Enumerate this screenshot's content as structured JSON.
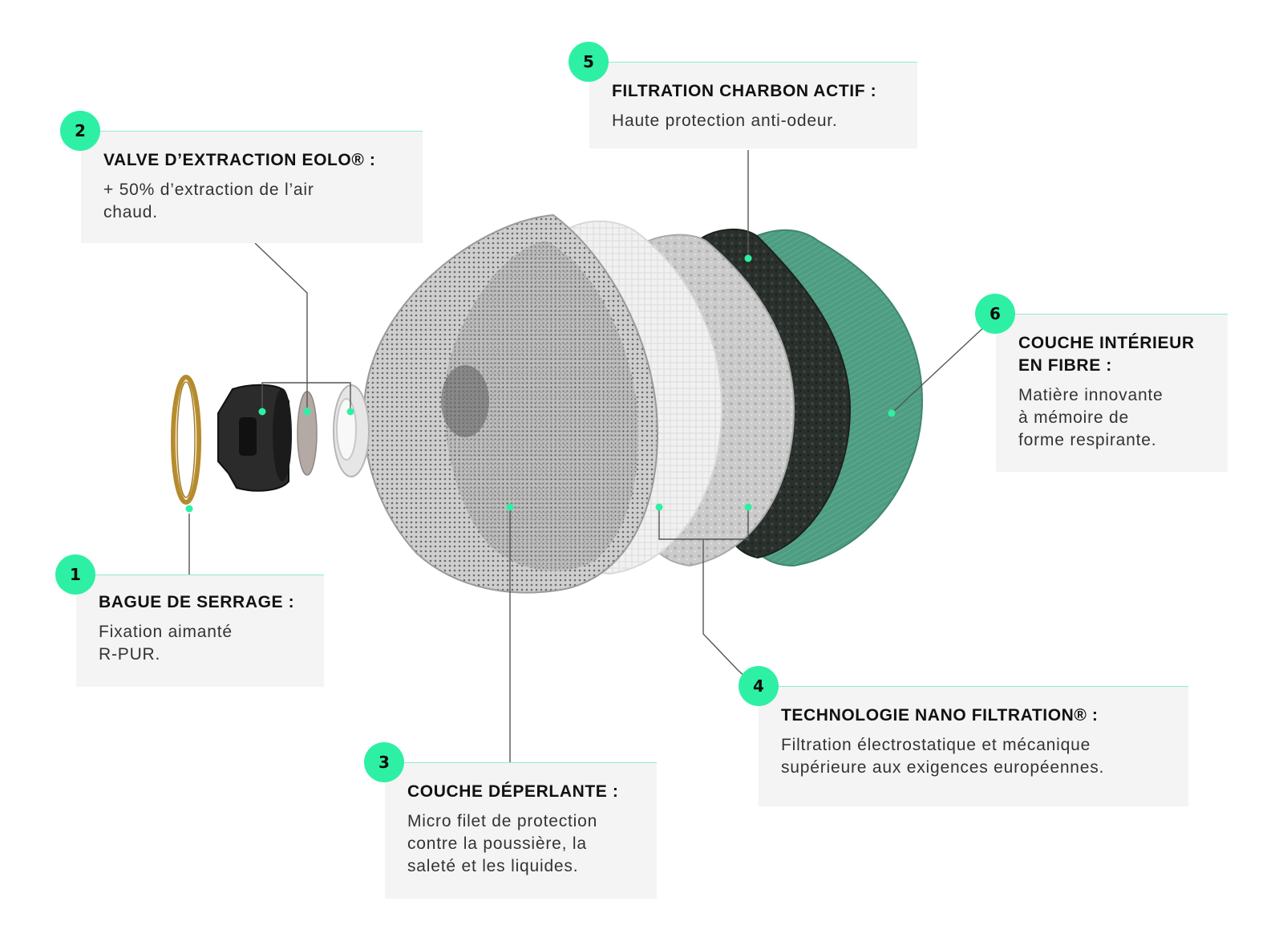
{
  "callouts": [
    {
      "number": "1",
      "title": "BAGUE DE SERRAGE :",
      "desc": "Fixation aimanté\nR-PUR."
    },
    {
      "number": "2",
      "title": "VALVE D’EXTRACTION EOLO® :",
      "desc": "+ 50% d’extraction de l’air\nchaud."
    },
    {
      "number": "3",
      "title": "COUCHE DÉPERLANTE :",
      "desc": "Micro filet de protection\ncontre la poussière, la\nsaleté et les liquides."
    },
    {
      "number": "4",
      "title": "TECHNOLOGIE NANO FILTRATION® :",
      "desc": "Filtration électrostatique et mécanique\nsupérieure aux exigences européennes."
    },
    {
      "number": "5",
      "title": "FILTRATION CHARBON ACTIF :",
      "desc": "Haute protection anti-odeur."
    },
    {
      "number": "6",
      "title": "COUCHE INTÉRIEUR\nEN FIBRE :",
      "desc": "Matière innovante\nà mémoire de\nforme respirante."
    }
  ],
  "colors": {
    "accent": "#2ef0a4",
    "accent_line": "#8eebc9",
    "card_bg": "#f4f4f4",
    "leader_line": "#555555",
    "layer_green": "#4e9c82",
    "layer_charcoal": "#2a302c",
    "ring_gold": "#c9a646"
  }
}
